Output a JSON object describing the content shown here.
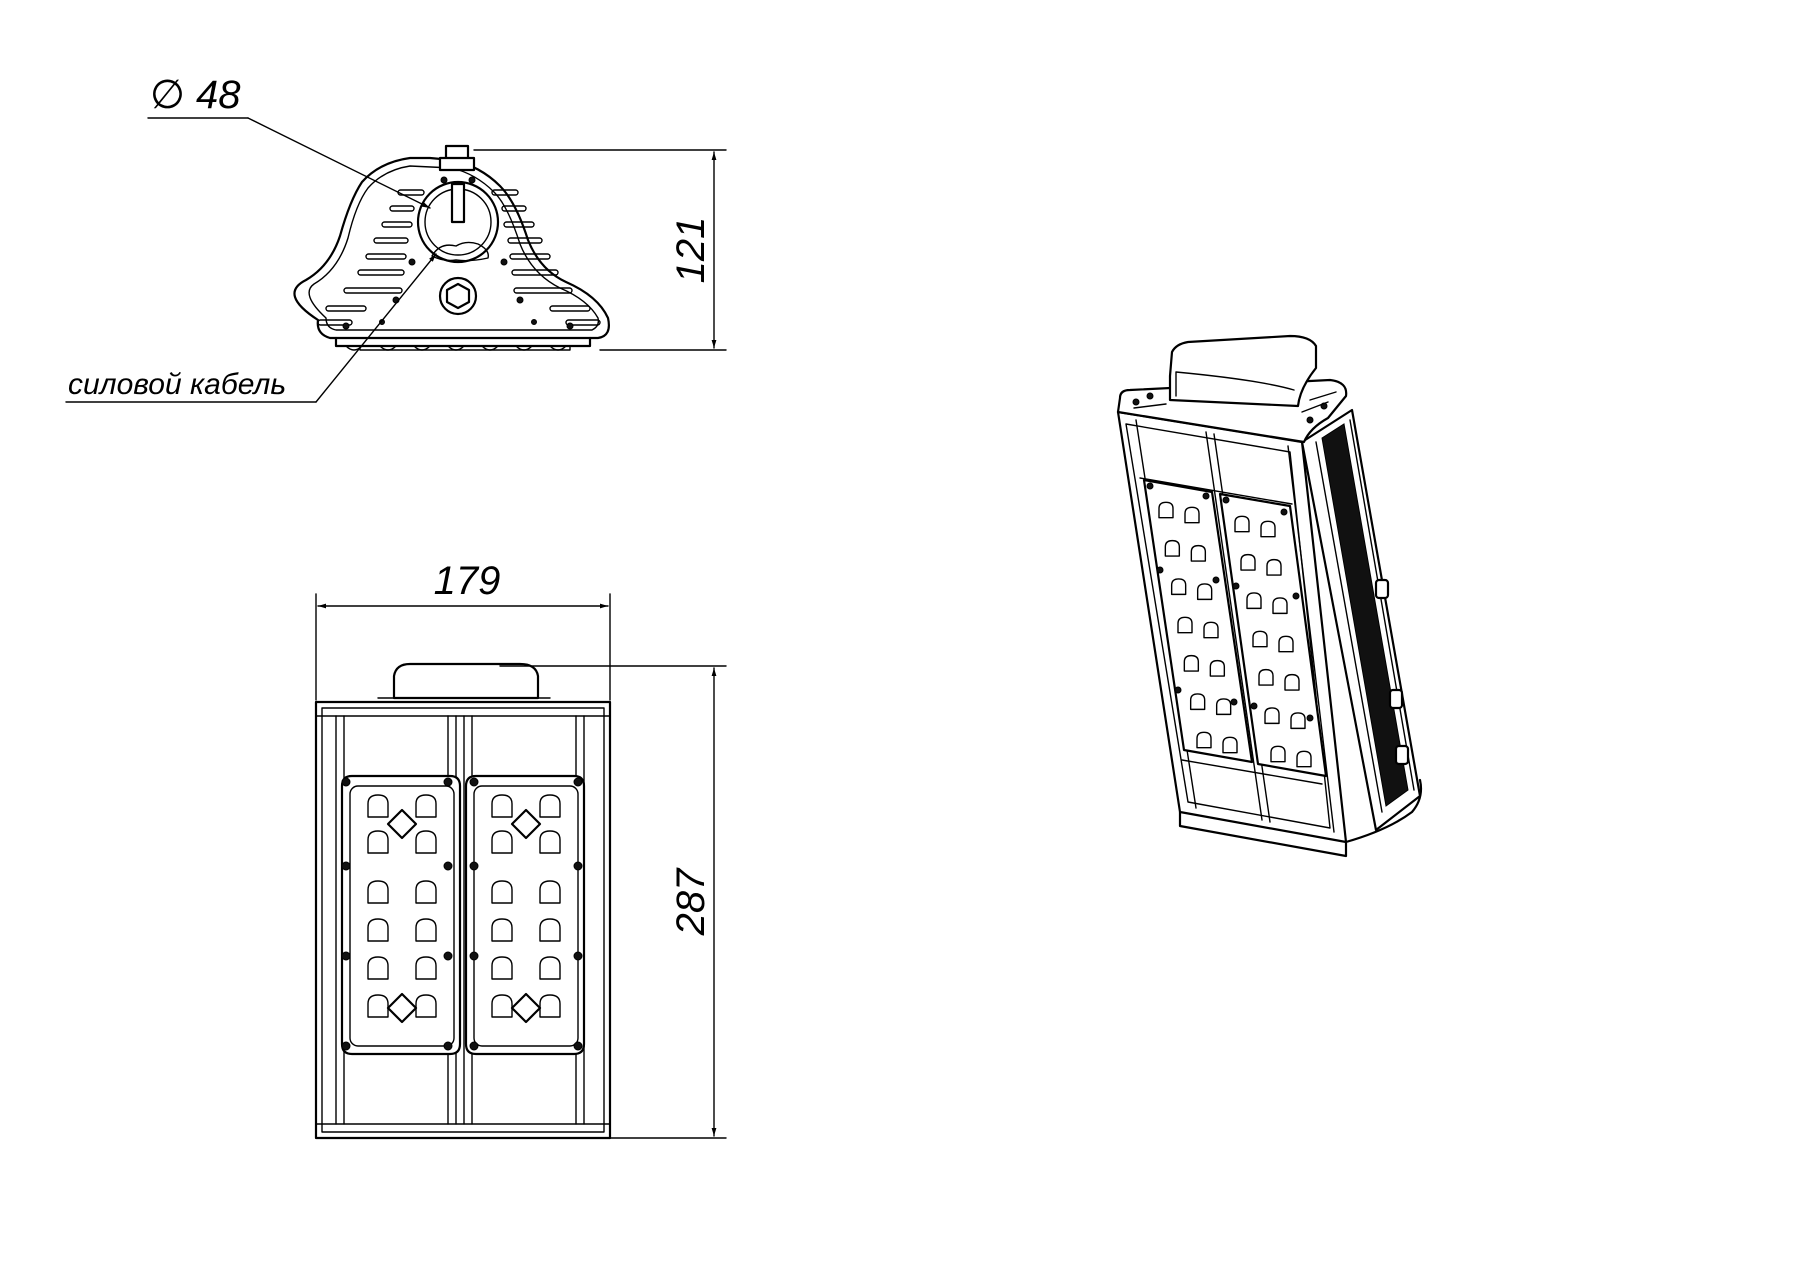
{
  "dimensions": {
    "diameter": "∅ 48",
    "height_side": "121",
    "width_front": "179",
    "height_front": "287"
  },
  "labels": {
    "cable": "силовой кабель"
  }
}
